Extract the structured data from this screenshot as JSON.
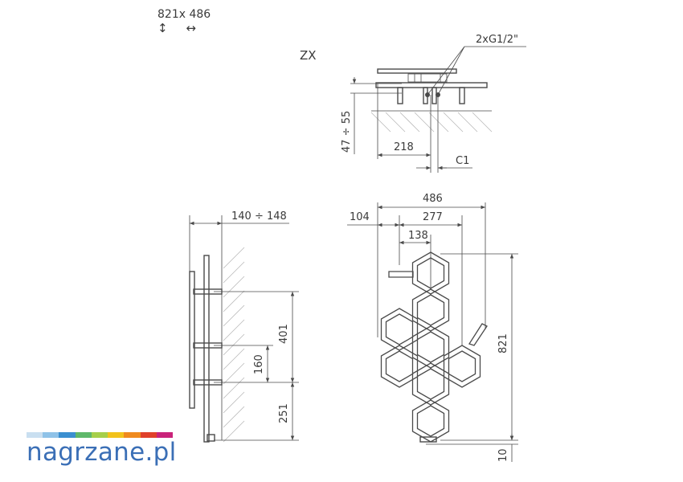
{
  "header": {
    "size_label": "821x 486",
    "vertical_arrow": "↕",
    "horizontal_arrow": "↔"
  },
  "model_code": "ZX",
  "top_view": {
    "connection_label": "2xG1/2\"",
    "wall_distance": "47 ÷ 55",
    "width_218": "218",
    "c1": "C1"
  },
  "side_view": {
    "depth": "140 ÷ 148",
    "d401": "401",
    "d160": "160",
    "d251": "251"
  },
  "front_view": {
    "total_width": "486",
    "d104": "104",
    "d277": "277",
    "d138": "138",
    "height": "821",
    "d10": "10"
  },
  "brand": {
    "name": "nagrzane.pl",
    "colors": [
      "#c9dff0",
      "#8fc2e8",
      "#3b8fd0",
      "#5fb86a",
      "#a6cf4a",
      "#f2c21b",
      "#ef8a1e",
      "#e0412a",
      "#c9237a"
    ]
  }
}
